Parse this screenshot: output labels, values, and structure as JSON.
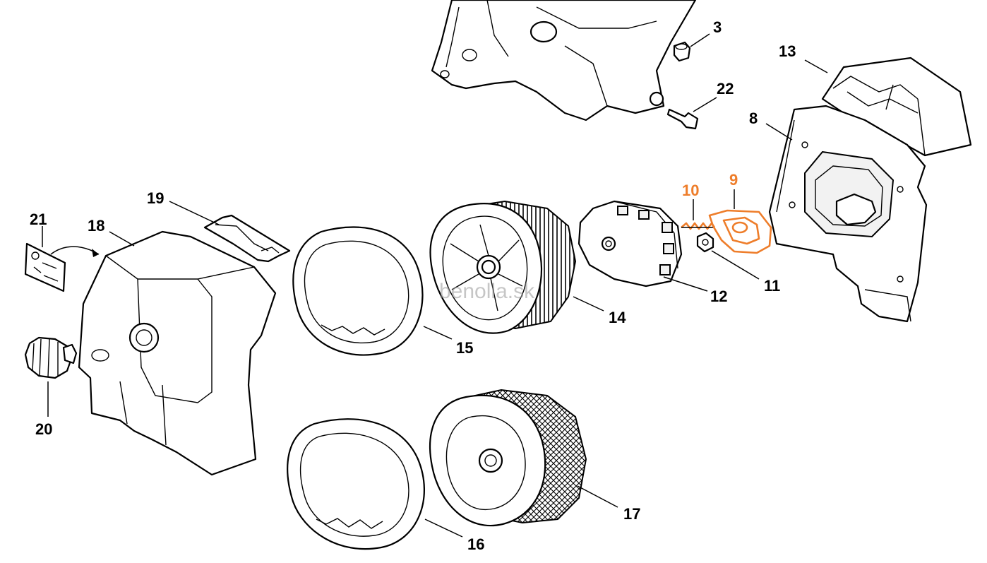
{
  "diagram": {
    "watermark": "benolla.sk",
    "highlight_color": "#ee7d2a",
    "line_color": "#000000",
    "callouts": {
      "p3": "3",
      "p22": "22",
      "p13": "13",
      "p8": "8",
      "p10": "10",
      "p9": "9",
      "p11": "11",
      "p12": "12",
      "p14": "14",
      "p15": "15",
      "p16": "16",
      "p17": "17",
      "p18": "18",
      "p19": "19",
      "p20": "20",
      "p21": "21"
    },
    "highlighted_parts": [
      "9",
      "10"
    ]
  }
}
